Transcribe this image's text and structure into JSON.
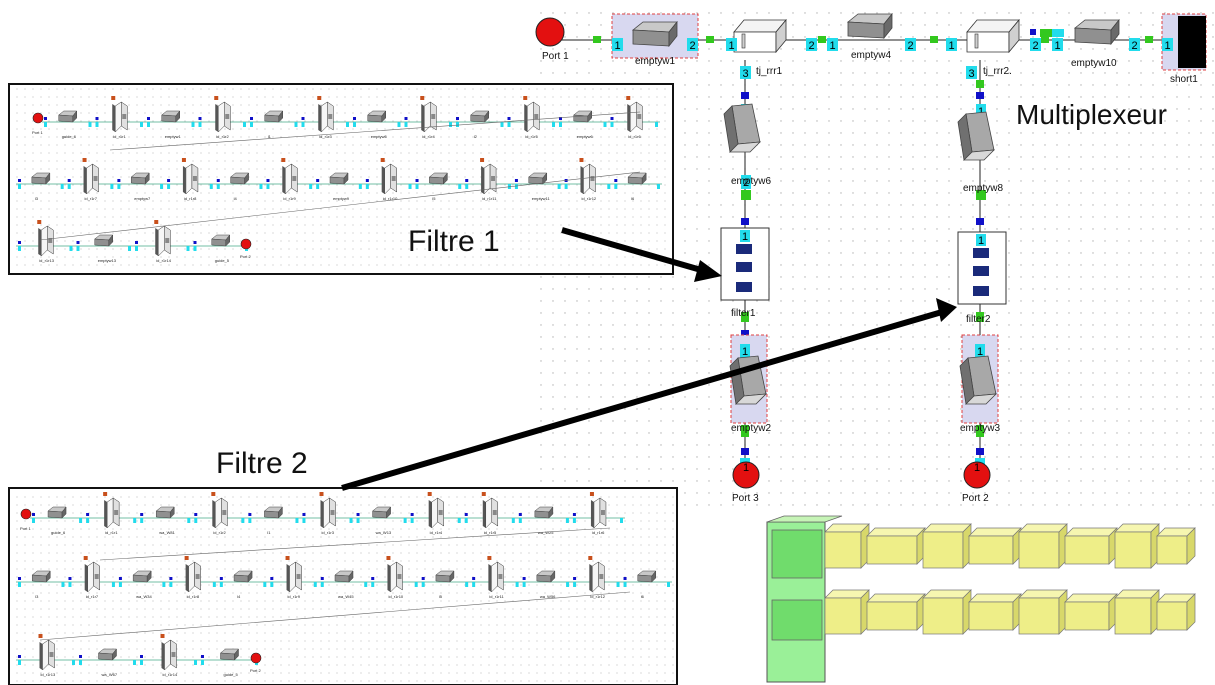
{
  "annotations": {
    "filtre1": "Filtre 1",
    "filtre2": "Filtre 2",
    "multiplexeur": "Multiplexeur"
  },
  "multiplexer": {
    "port1": "Port 1",
    "port2": "Port 2",
    "port3": "Port 3",
    "emptyw1": "emptyw1",
    "emptyw4": "emptyw4",
    "emptyw10": "emptyw10",
    "short1": "short1",
    "tj1": "tj_rrr1",
    "tj2": "tj_rrr2.",
    "emptyw6": "emptyw6",
    "emptyw8": "emptyw8",
    "filter1": "filter1",
    "filter2": "filter2",
    "emptyw2": "emptyw2",
    "emptyw3": "emptyw3",
    "pin_1": "1",
    "pin_2": "2",
    "pin_3": "3"
  },
  "filter1_schematic": {
    "row1": [
      "guide_6",
      "id_r1r1",
      "emptyw1",
      "id_r1r2",
      "l1",
      "id_r1r3",
      "emptyw5",
      "id_r1r4",
      "l2",
      "id_r1r5",
      "emptyw6",
      "id_r1r6"
    ],
    "row2": [
      "l3",
      "id_r1r7",
      "emptyw7",
      "id_r1r8",
      "l4",
      "id_r1r9",
      "emptyw9",
      "id_r1r10",
      "l5",
      "id_r1r11",
      "emptyw11",
      "id_r1r12",
      "l6"
    ],
    "row3": [
      "id_r1r13",
      "emptyw13",
      "id_r1r14",
      "guide_5"
    ],
    "port1": "Port 1",
    "port2": "Port 2"
  },
  "filter2_schematic": {
    "row1": [
      "guide_6",
      "id_r1r1",
      "wa_W81",
      "id_r1r2",
      "l1",
      "id_r1r3",
      "wa_W13",
      "id_r1r4",
      "id_r1r5",
      "wa_W25",
      "id_r1r6"
    ],
    "row2": [
      "l3",
      "id_r1r7",
      "wa_W34",
      "id_r1r8",
      "l4",
      "id_r1r9",
      "wa_W45",
      "id_r1r10",
      "l5",
      "id_r1r11",
      "wa_W56",
      "id_r1r12",
      "l6"
    ],
    "row3": [
      "id_r1r13",
      "wa_W67",
      "id_r1r14",
      "guide_5"
    ],
    "port1": "Port 1",
    "port2": "Port 2"
  },
  "colors": {
    "port": "#e31010",
    "pin_blue": "#1010c8",
    "pin_cyan": "#22dcec",
    "wire_green": "#33c81e",
    "block_fill": "#d8d8f0",
    "yellow": "#eeee88",
    "green_3d": "#8ee88a"
  }
}
